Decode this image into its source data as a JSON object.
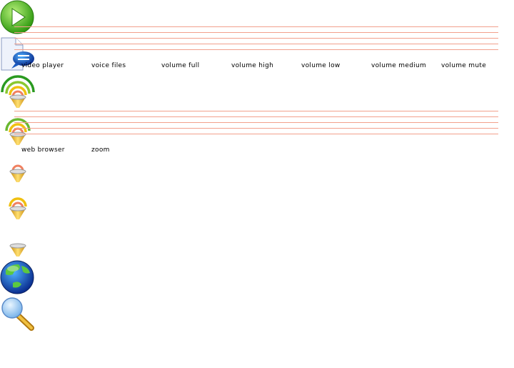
{
  "icons": [
    {
      "label": "video player",
      "icon": "video-player-icon"
    },
    {
      "label": "voice files",
      "icon": "voice-files-icon"
    },
    {
      "label": "volume full",
      "icon": "volume-full-icon"
    },
    {
      "label": "volume high",
      "icon": "volume-high-icon"
    },
    {
      "label": "volume low",
      "icon": "volume-low-icon"
    },
    {
      "label": "volume medium",
      "icon": "volume-medium-icon"
    },
    {
      "label": "volume mute",
      "icon": "volume-mute-icon"
    },
    {
      "label": "web browser",
      "icon": "web-browser-icon"
    },
    {
      "label": "zoom",
      "icon": "zoom-icon"
    }
  ]
}
